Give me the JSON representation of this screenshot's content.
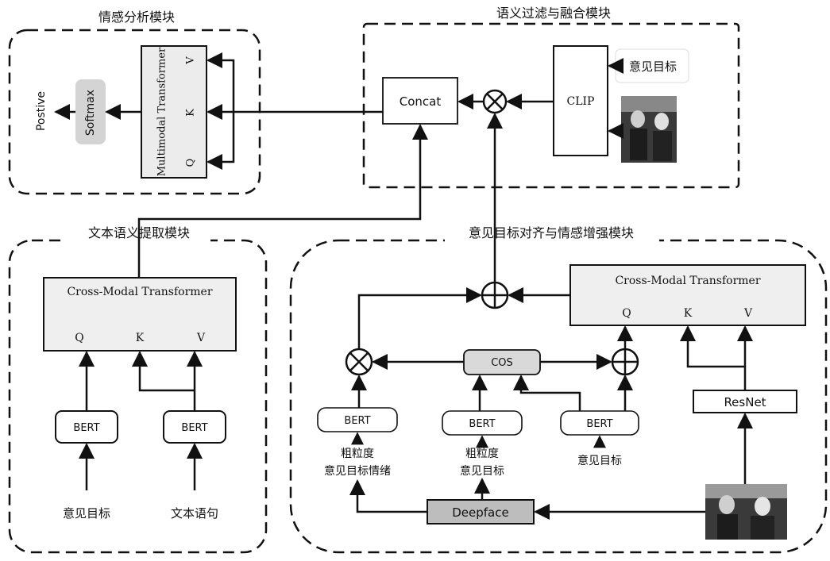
{
  "modules": {
    "sentiment": "情感分析模块",
    "filter_fusion": "语义过滤与融合模块",
    "text_semantic": "文本语义提取模块",
    "alignment": "意见目标对齐与情感增强模块"
  },
  "sentiment_module": {
    "output": "Postive",
    "softmax": "Softmax",
    "transformer": "Multimodal Transformer",
    "v": "V",
    "k": "K",
    "q": "Q"
  },
  "filter_module": {
    "concat": "Concat",
    "clip": "CLIP",
    "target_input": "意见目标"
  },
  "text_module": {
    "transformer": "Cross-Modal Transformer",
    "q": "Q",
    "k": "K",
    "v": "V",
    "bert_left": "BERT",
    "bert_right": "BERT",
    "input_left": "意见目标",
    "input_right": "文本语句"
  },
  "align_module": {
    "transformer": "Cross-Modal Transformer",
    "q": "Q",
    "k": "K",
    "v": "V",
    "cos": "COS",
    "resnet": "ResNet",
    "deepface": "Deepface",
    "bert1": "BERT",
    "bert2": "BERT",
    "bert3": "BERT",
    "label1_line1": "粗粒度",
    "label1_line2": "意见目标情绪",
    "label2_line1": "粗粒度",
    "label2_line2": "意见目标",
    "label3": "意见目标"
  },
  "colors": {
    "gray_fill": "#d9d9d9",
    "light_fill": "#efefef",
    "deepface_fill": "#bdbdbd",
    "stroke": "#111111"
  }
}
